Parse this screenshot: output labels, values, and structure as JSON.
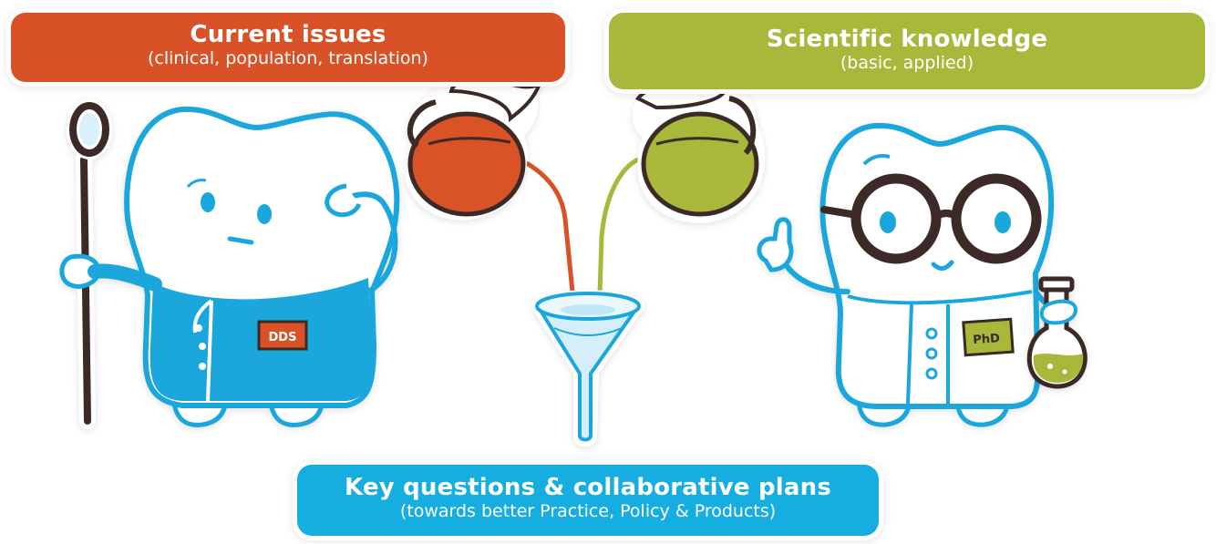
{
  "banners": {
    "current_issues": {
      "title": "Current issues",
      "subtitle": "(clinical, population, translation)",
      "color": "#d95227"
    },
    "scientific_knowledge": {
      "title": "Scientific knowledge",
      "subtitle": "(basic, applied)",
      "color": "#a8b83a"
    },
    "key_questions": {
      "title": "Key questions & collaborative plans",
      "subtitle": "(towards better Practice, Policy & Products)",
      "color": "#16ade0"
    }
  },
  "characters": {
    "dentist_badge": "DDS",
    "scientist_badge": "PhD"
  },
  "colors": {
    "outline_blue": "#1ba7dc",
    "dark_brown": "#3a2a25"
  }
}
